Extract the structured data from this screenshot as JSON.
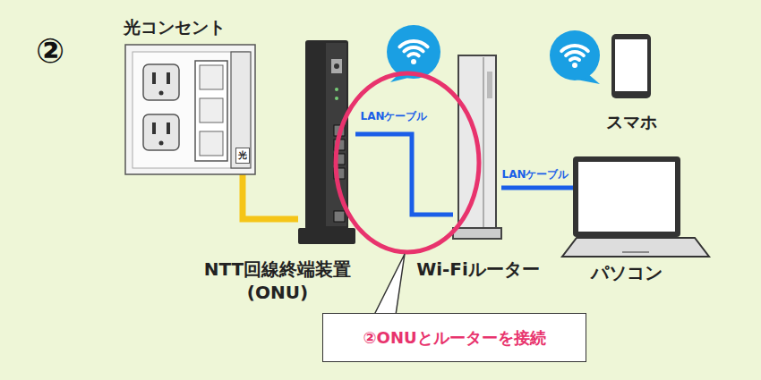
{
  "diagram": {
    "nodes": [
      {
        "text": [
          "光コンセント",
          "光"
        ]
      },
      {
        "text": [
          "NTT回線終端装置 (ONU)"
        ]
      },
      {
        "text": [
          "Wi-Fiルーター"
        ]
      },
      {
        "text": [
          "スマホ"
        ]
      },
      {
        "text": [
          "パソコン"
        ]
      },
      {
        "text": [
          "②ONUとルーターを接続"
        ]
      }
    ],
    "edges": [
      {
        "from": 0,
        "to": 1,
        "arrow": "none"
      },
      {
        "from": 1,
        "to": 2,
        "label": "LANケーブル",
        "arrow": "none"
      },
      {
        "from": 2,
        "to": 4,
        "label": "LANケーブル",
        "arrow": "none"
      }
    ],
    "labels": [
      "②"
    ]
  }
}
